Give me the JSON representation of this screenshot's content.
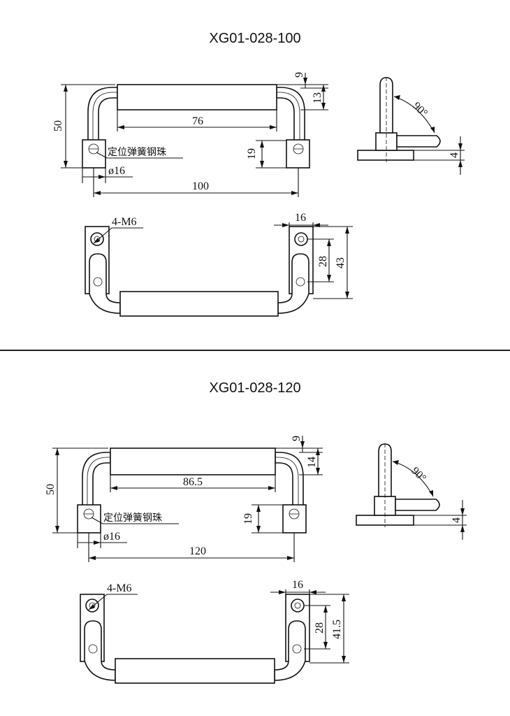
{
  "drawings": [
    {
      "title": "XG01-028-100",
      "dims": {
        "d9": "9",
        "d13": "13",
        "d50": "50",
        "d76": "76",
        "d19": "19",
        "note": "定位弹簧钢珠",
        "dia": "ø16",
        "d100": "100",
        "angle": "90°",
        "d4": "4",
        "holes": "4-M6",
        "d16": "16",
        "d28": "28",
        "d43": "43"
      }
    },
    {
      "title": "XG01-028-120",
      "dims": {
        "d9": "9",
        "d13": "14",
        "d50": "50",
        "d76": "86.5",
        "d19": "19",
        "note": "定位弹簧钢珠",
        "dia": "ø16",
        "d100": "120",
        "angle": "90°",
        "d4": "4",
        "holes": "4-M6",
        "d16": "16",
        "d28": "28",
        "d43": "41.5"
      }
    }
  ]
}
